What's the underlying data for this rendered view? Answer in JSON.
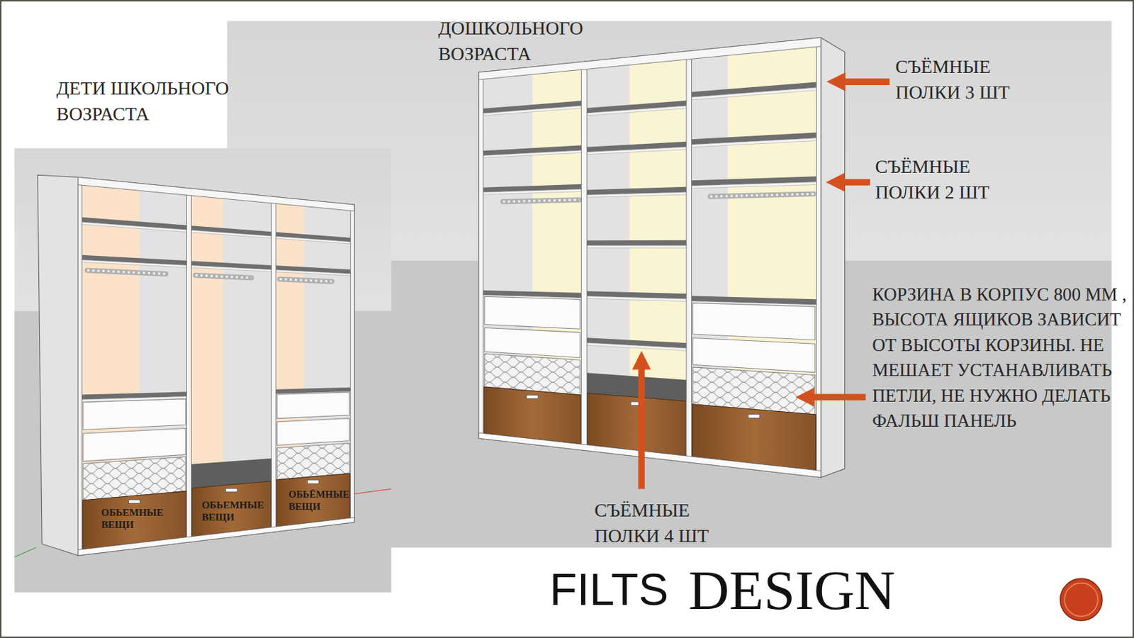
{
  "diagram": {
    "nodes": [
      {
        "text": [
          "ОБЬЕМНЫЕ ВЕЩИ"
        ]
      },
      {
        "text": [
          "ОБЬЕМНЫЕ ВЕЩИ"
        ]
      },
      {
        "text": [
          "ОБЬЁМНЫЕ ВЕЩИ"
        ]
      }
    ],
    "labels": [
      "ДЕТИ ШКОЛЬНОГО ВОЗРАСТА",
      "ДОШКОЛЬНОГО ВОЗРАСТА",
      "СЪЁМНЫЕ ПОЛКИ 3 ШТ",
      "СЪЁМНЫЕ ПОЛКИ 2 ШТ",
      "КОРЗИНА В КОРПУС 800 ММ , ВЫСОТА ЯЩИКОВ ЗАВИСИТ ОТ ВЫСОТЫ КОРЗИНЫ. НЕ МЕШАЕТ УСТАНАВЛИВАТЬ ПЕТЛИ, НЕ НУЖНО ДЕЛАТЬ ФАЛЬШ ПАНЕЛЬ",
      "СЪЁМНЫЕ ПОЛКИ 4 ШТ",
      "FILTS",
      "DESIGN"
    ]
  }
}
